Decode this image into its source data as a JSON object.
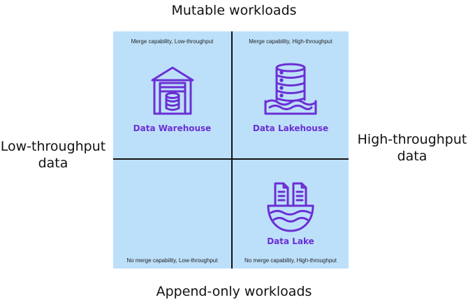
{
  "axes": {
    "top": "Mutable workloads",
    "bottom": "Append-only workloads",
    "left_line1": "Low-throughput",
    "left_line2": "data",
    "right_line1": "High-throughput",
    "right_line2": "data"
  },
  "quadrants": {
    "top_left": {
      "caption": "Merge capability, Low-throughput",
      "name": "Data Warehouse",
      "icon": "warehouse-icon"
    },
    "top_right": {
      "caption": "Merge capability, High-throughput",
      "name": "Data Lakehouse",
      "icon": "lakehouse-icon"
    },
    "bottom_left": {
      "caption": "No merge capability, Low-throughput"
    },
    "bottom_right": {
      "caption": "No merge capability, High-throughput",
      "name": "Data Lake",
      "icon": "data-lake-icon"
    }
  },
  "colors": {
    "quadrant_fill": "#bde0fa",
    "accent": "#6a2fd4",
    "divider": "#111111"
  }
}
